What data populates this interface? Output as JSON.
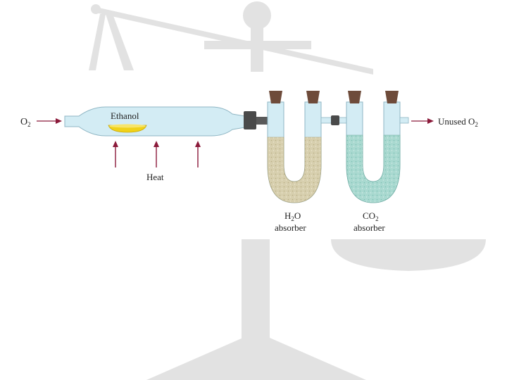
{
  "labels": {
    "inlet_prefix": "O",
    "inlet_sub": "2",
    "outlet_prefix": "Unused O",
    "outlet_sub": "2",
    "sample": "Ethanol",
    "heat": "Heat",
    "tube1_formula_a": "H",
    "tube1_formula_sub": "2",
    "tube1_formula_b": "O",
    "tube1_caption": "absorber",
    "tube2_formula_a": "CO",
    "tube2_formula_sub": "2",
    "tube2_caption": "absorber"
  },
  "colors": {
    "background": "#ffffff",
    "watermark": "#e2e2e2",
    "glass_fill": "#d3ecf4",
    "glass_stroke": "#8fb6c4",
    "ethanol": "#f0d21a",
    "h2o_absorber": "#d7cfae",
    "co2_absorber": "#a9d9d0",
    "stopper": "#6e4b3a",
    "arrow": "#8b1a3a",
    "connector": "#4a4a4a"
  },
  "icons": [
    "balance-scale-watermark",
    "flow-arrow",
    "heat-arrow",
    "rubber-stopper"
  ]
}
